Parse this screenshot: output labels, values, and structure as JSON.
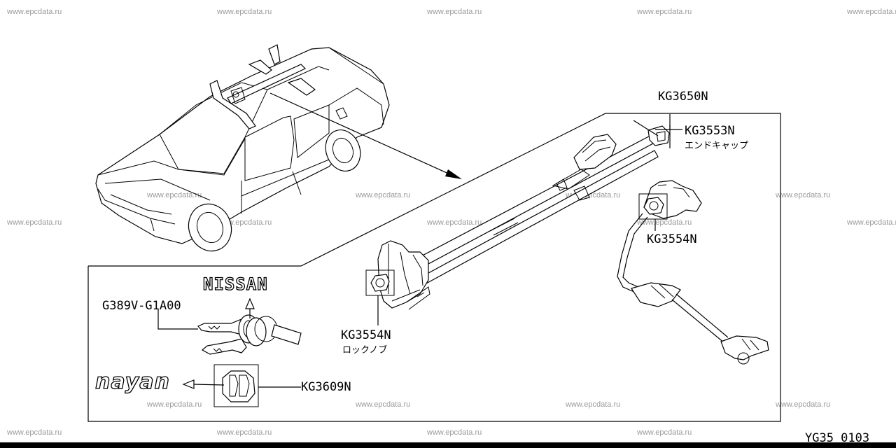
{
  "watermark": "www.epcdata.ru",
  "brand": {
    "nissan": "NISSAN",
    "emblem": "nayan"
  },
  "parts": {
    "assembly": "KG3650N",
    "end_cap": "KG3553N",
    "end_cap_note": "エンドキャップ",
    "lock_knob_right": "KG3554N",
    "lock_knob_left": "KG3554N",
    "lock_knob_note": "ロックノブ",
    "key_set": "G389V-G1A00",
    "cylinder_cap": "KG3609N"
  },
  "footer": {
    "code": "YG35 0103"
  }
}
